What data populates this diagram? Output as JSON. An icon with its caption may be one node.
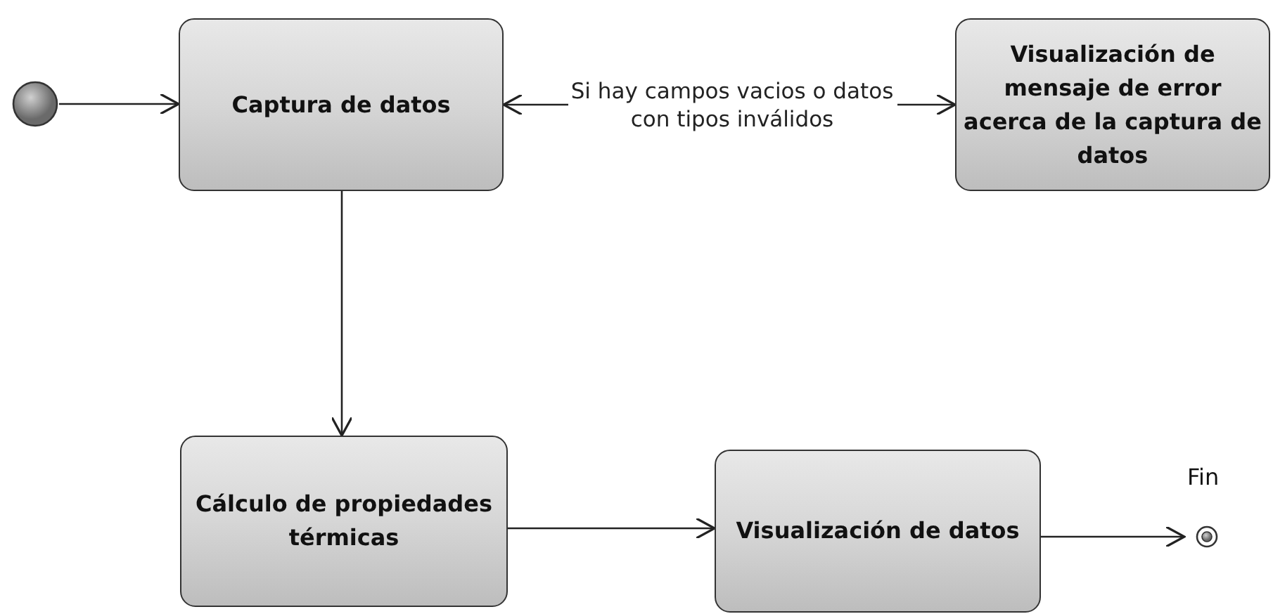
{
  "diagram": {
    "nodes": [
      {
        "text": [],
        "shape": "circle"
      },
      {
        "text": [
          "Captura de datos"
        ]
      },
      {
        "text": [
          "Visualización de mensaje de error acerca de la captura de datos"
        ]
      },
      {
        "text": [
          "Cálculo de propiedades térmicas"
        ]
      },
      {
        "text": [
          "Visualización de datos"
        ]
      },
      {
        "text": [],
        "shape": "circle",
        "beside": [
          "Fin"
        ]
      }
    ],
    "edges": [
      {
        "from": 0,
        "to": 1,
        "arrow": "to"
      },
      {
        "from": 1,
        "to": 2,
        "arrow": "both",
        "label": "Si hay campos vacios o datos con tipos inválidos"
      },
      {
        "from": 1,
        "to": 3,
        "arrow": "to"
      },
      {
        "from": 3,
        "to": 4,
        "arrow": "to"
      },
      {
        "from": 4,
        "to": 5,
        "arrow": "to"
      }
    ]
  }
}
